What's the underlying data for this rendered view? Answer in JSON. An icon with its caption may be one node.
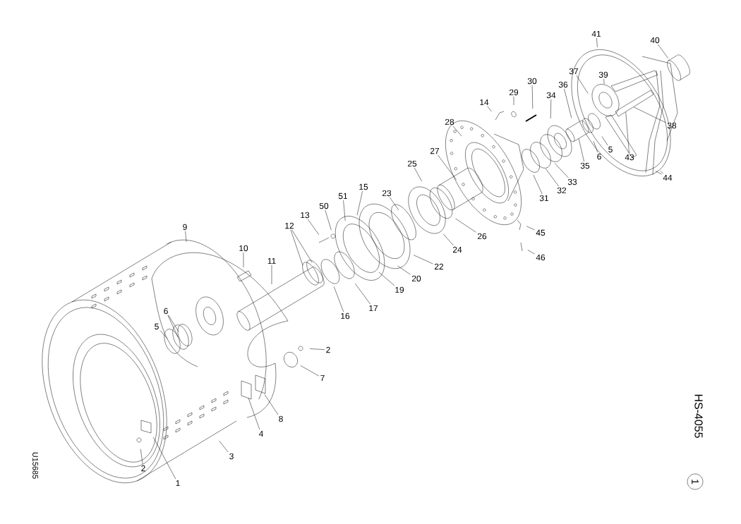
{
  "diagram": {
    "nodes": [
      {
        "text": [
          "41"
        ]
      },
      {
        "text": [
          "40"
        ]
      },
      {
        "text": [
          "37"
        ]
      },
      {
        "text": [
          "39"
        ]
      },
      {
        "text": [
          "30"
        ]
      },
      {
        "text": [
          "36"
        ]
      },
      {
        "text": [
          "29"
        ]
      },
      {
        "text": [
          "34"
        ]
      },
      {
        "text": [
          "14"
        ]
      },
      {
        "text": [
          "28"
        ]
      },
      {
        "text": [
          "38"
        ]
      },
      {
        "text": [
          "5"
        ]
      },
      {
        "text": [
          "27"
        ]
      },
      {
        "text": [
          "6"
        ]
      },
      {
        "text": [
          "43"
        ]
      },
      {
        "text": [
          "25"
        ]
      },
      {
        "text": [
          "35"
        ]
      },
      {
        "text": [
          "44"
        ]
      },
      {
        "text": [
          "33"
        ]
      },
      {
        "text": [
          "15"
        ]
      },
      {
        "text": [
          "32"
        ]
      },
      {
        "text": [
          "23"
        ]
      },
      {
        "text": [
          "51"
        ]
      },
      {
        "text": [
          "31"
        ]
      },
      {
        "text": [
          "50"
        ]
      },
      {
        "text": [
          "13"
        ]
      },
      {
        "text": [
          "12"
        ]
      },
      {
        "text": [
          "9"
        ]
      },
      {
        "text": [
          "45"
        ]
      },
      {
        "text": [
          "26"
        ]
      },
      {
        "text": [
          "10"
        ]
      },
      {
        "text": [
          "24"
        ]
      },
      {
        "text": [
          "46"
        ]
      },
      {
        "text": [
          "11"
        ]
      },
      {
        "text": [
          "22"
        ]
      },
      {
        "text": [
          "20"
        ]
      },
      {
        "text": [
          "19"
        ]
      },
      {
        "text": [
          "17"
        ]
      },
      {
        "text": [
          "6"
        ]
      },
      {
        "text": [
          "16"
        ]
      },
      {
        "text": [
          "5"
        ]
      },
      {
        "text": [
          "2"
        ]
      },
      {
        "text": [
          "7"
        ]
      },
      {
        "text": [
          "8"
        ]
      },
      {
        "text": [
          "4"
        ]
      },
      {
        "text": [
          "3"
        ]
      },
      {
        "text": [
          "2"
        ]
      },
      {
        "text": [
          "1"
        ]
      },
      {
        "text": [
          "1"
        ]
      }
    ],
    "edges": [
      {
        "from": 0,
        "to": null,
        "arrow": "none"
      },
      {
        "from": 1,
        "to": null,
        "arrow": "none"
      },
      {
        "from": 2,
        "to": null,
        "arrow": "none"
      },
      {
        "from": 3,
        "to": null,
        "arrow": "none"
      },
      {
        "from": 4,
        "to": null,
        "arrow": "none"
      },
      {
        "from": 5,
        "to": null,
        "arrow": "none"
      },
      {
        "from": 6,
        "to": null,
        "arrow": "none"
      },
      {
        "from": 7,
        "to": null,
        "arrow": "none"
      },
      {
        "from": 8,
        "to": null,
        "arrow": "none"
      },
      {
        "from": 9,
        "to": null,
        "arrow": "none"
      },
      {
        "from": 10,
        "to": null,
        "arrow": "none"
      },
      {
        "from": 11,
        "to": null,
        "arrow": "none"
      },
      {
        "from": 12,
        "to": null,
        "arrow": "none"
      },
      {
        "from": 13,
        "to": null,
        "arrow": "none"
      },
      {
        "from": 14,
        "to": null,
        "arrow": "none"
      },
      {
        "from": 15,
        "to": null,
        "arrow": "none"
      },
      {
        "from": 16,
        "to": null,
        "arrow": "none"
      },
      {
        "from": 17,
        "to": null,
        "arrow": "none"
      },
      {
        "from": 17,
        "to": null,
        "arrow": "none"
      },
      {
        "from": 18,
        "to": null,
        "arrow": "none"
      },
      {
        "from": 19,
        "to": null,
        "arrow": "none"
      },
      {
        "from": 20,
        "to": null,
        "arrow": "none"
      },
      {
        "from": 21,
        "to": null,
        "arrow": "none"
      },
      {
        "from": 22,
        "to": null,
        "arrow": "none"
      },
      {
        "from": 23,
        "to": null,
        "arrow": "none"
      },
      {
        "from": 24,
        "to": null,
        "arrow": "none"
      },
      {
        "from": 25,
        "to": null,
        "arrow": "none"
      },
      {
        "from": 26,
        "to": null,
        "arrow": "none"
      },
      {
        "from": 26,
        "to": null,
        "arrow": "none"
      },
      {
        "from": 27,
        "to": null,
        "arrow": "none"
      },
      {
        "from": 28,
        "to": null,
        "arrow": "none"
      },
      {
        "from": 29,
        "to": null,
        "arrow": "none"
      },
      {
        "from": 30,
        "to": null,
        "arrow": "none"
      },
      {
        "from": 31,
        "to": null,
        "arrow": "none"
      },
      {
        "from": 32,
        "to": null,
        "arrow": "none"
      },
      {
        "from": 33,
        "to": null,
        "arrow": "none"
      },
      {
        "from": 34,
        "to": null,
        "arrow": "none"
      },
      {
        "from": 35,
        "to": null,
        "arrow": "none"
      },
      {
        "from": 36,
        "to": null,
        "arrow": "none"
      },
      {
        "from": 37,
        "to": null,
        "arrow": "none"
      },
      {
        "from": 38,
        "to": null,
        "arrow": "none"
      },
      {
        "from": 38,
        "to": null,
        "arrow": "none"
      },
      {
        "from": 39,
        "to": null,
        "arrow": "none"
      },
      {
        "from": 40,
        "to": null,
        "arrow": "none"
      },
      {
        "from": 41,
        "to": null,
        "arrow": "none"
      },
      {
        "from": 42,
        "to": null,
        "arrow": "none"
      },
      {
        "from": 43,
        "to": null,
        "arrow": "none"
      },
      {
        "from": 44,
        "to": null,
        "arrow": "none"
      },
      {
        "from": 45,
        "to": null,
        "arrow": "none"
      },
      {
        "from": 46,
        "to": null,
        "arrow": "none"
      },
      {
        "from": 47,
        "to": null,
        "arrow": "none"
      }
    ],
    "labels": [
      "HS-4055",
      "U15685"
    ]
  }
}
